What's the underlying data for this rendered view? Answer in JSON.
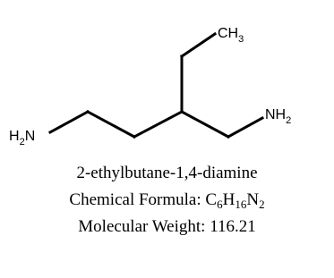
{
  "molecule": {
    "atoms": {
      "ch3": {
        "main": "CH",
        "sub": "3"
      },
      "nh2_right": {
        "main": "NH",
        "sub": "2"
      },
      "h2n_left": {
        "pre": "H",
        "sub": "2",
        "main": "N"
      }
    }
  },
  "caption": {
    "name": "2-ethylbutane-1,4-diamine",
    "formula_prefix": "Chemical Formula: ",
    "formula": [
      {
        "el": "C",
        "n": "6"
      },
      {
        "el": "H",
        "n": "16"
      },
      {
        "el": "N",
        "n": "2"
      }
    ],
    "weight_label": "Molecular Weight: ",
    "weight_value": "116.21"
  }
}
